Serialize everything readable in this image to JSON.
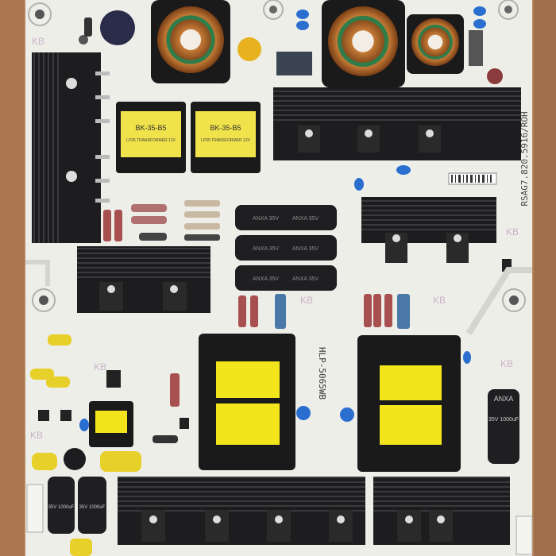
{
  "board": {
    "part_number": "RSAG7.820.5916/ROH",
    "model": "HLP-5065WB",
    "brand_marks": [
      "KB",
      "KB",
      "KB",
      "KB",
      "KB",
      "KB",
      "KB"
    ],
    "transformer_labels": [
      "BK-35-B5",
      "BK-35-B5"
    ],
    "transformer_sublabels": [
      "LP35 TRANSFORMER 12V",
      "LP35 TRANSFORMER 12V"
    ],
    "capacitor_brand": "ANXA",
    "capacitor_ratings": [
      "35V 1000uF",
      "35V 1000uF",
      "35V 1000uF"
    ]
  },
  "colors": {
    "wood": "#b5835a",
    "pcb": "#eeeee9",
    "heatsink": "#1d1d1f",
    "transformer_core": "#1a1a1a",
    "tape_yellow": "#f3e51c",
    "copper": "#b8692a",
    "blue_cap": "#2a6fd0"
  }
}
